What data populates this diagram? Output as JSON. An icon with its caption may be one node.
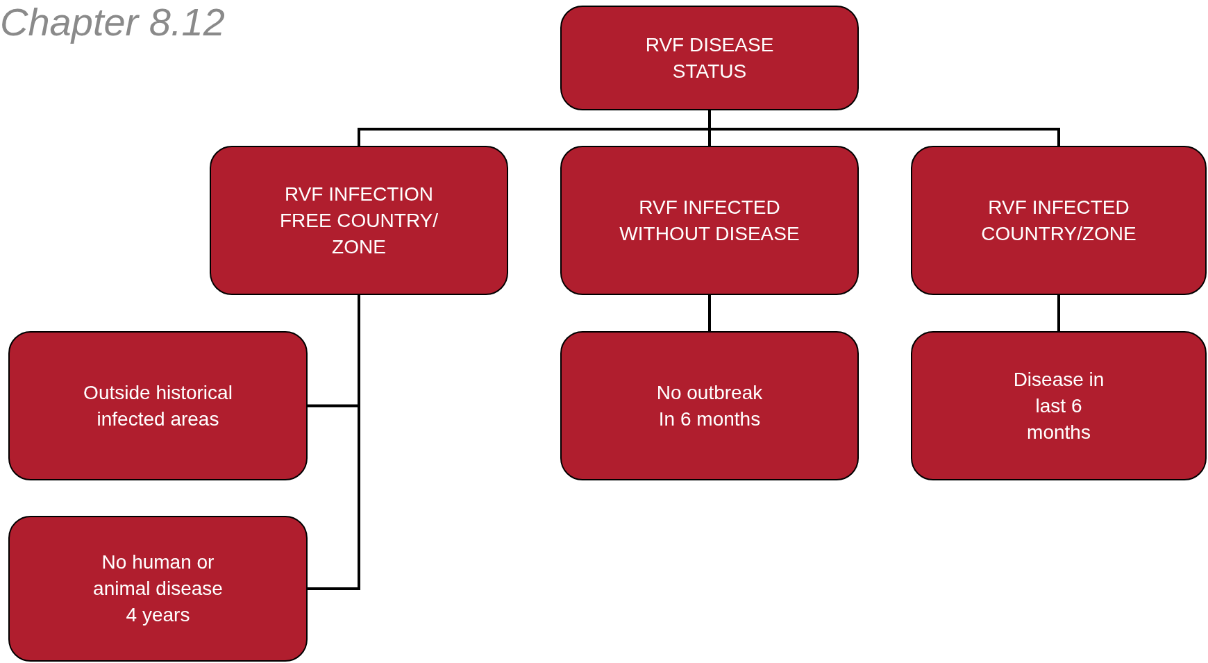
{
  "diagram": {
    "title": "Chapter 8.12",
    "nodes": [
      {
        "text": [
          "RVF DISEASE STATUS"
        ]
      },
      {
        "text": [
          "RVF INFECTION FREE COUNTRY/ ZONE"
        ]
      },
      {
        "text": [
          "RVF INFECTED WITHOUT DISEASE"
        ]
      },
      {
        "text": [
          "RVF INFECTED COUNTRY/ZONE"
        ]
      },
      {
        "text": [
          "Outside historical infected areas"
        ]
      },
      {
        "text": [
          "No outbreak In 6 months"
        ]
      },
      {
        "text": [
          "Disease in last 6 months"
        ]
      },
      {
        "text": [
          "No human or animal disease 4 years"
        ]
      }
    ],
    "edges": [
      {
        "from": 0,
        "to": 1,
        "arrow": "none"
      },
      {
        "from": 0,
        "to": 2,
        "arrow": "none"
      },
      {
        "from": 0,
        "to": 3,
        "arrow": "none"
      },
      {
        "from": 1,
        "to": 4,
        "arrow": "none"
      },
      {
        "from": 1,
        "to": 7,
        "arrow": "none"
      },
      {
        "from": 2,
        "to": 5,
        "arrow": "none"
      },
      {
        "from": 3,
        "to": 6,
        "arrow": "none"
      }
    ]
  }
}
